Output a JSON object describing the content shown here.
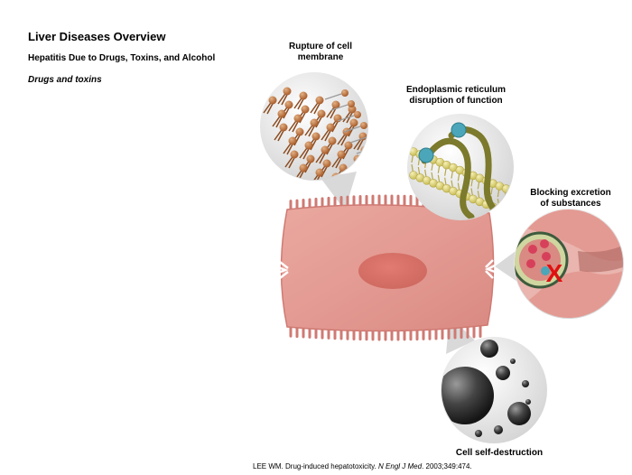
{
  "header": {
    "title": "Liver Diseases Overview",
    "subtitle": "Hepatitis Due to Drugs, Toxins, and Alcohol",
    "section": "Drugs and toxins"
  },
  "labels": {
    "rupture_line1": "Rupture of cell",
    "rupture_line2": "membrane",
    "er_line1": "Endoplasmic reticulum",
    "er_line2": "disruption of function",
    "block_line1": "Blocking excretion",
    "block_line2": "of substances",
    "destruct": "Cell self-destruction",
    "x_mark": "X"
  },
  "citation": {
    "pre": "LEE WM. Drug-induced hepatotoxicity. ",
    "journal": "N Engl J Med",
    "post": ". 2003;349:474."
  },
  "colors": {
    "cell": "#e39a92",
    "cell_dark": "#cf7a73",
    "nucleus": "#d66f66",
    "lipid_brown": "#b8703a",
    "lipid_yellow": "#e6dd8a",
    "receptor_teal": "#4aa6b8",
    "receptor_olive": "#7c7a2c",
    "canal_pink": "#e9b5ae",
    "granule_red": "#d7405a",
    "x_red": "#e01010",
    "sphere_dark": "#3b3b3b",
    "bubble_bg": "#e8e8e8"
  }
}
